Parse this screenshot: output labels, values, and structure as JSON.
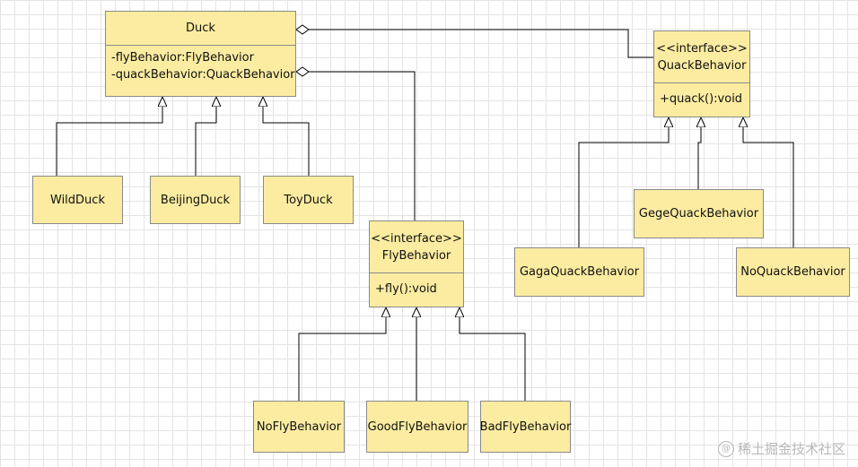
{
  "duck": {
    "name": "Duck",
    "attributes": [
      "-flyBehavior:FlyBehavior",
      "-quackBehavior:QuackBehavior"
    ]
  },
  "subclasses": [
    "WildDuck",
    "BeijingDuck",
    "ToyDuck"
  ],
  "fly_interface": {
    "stereotype": "<<interface>>",
    "name": "FlyBehavior",
    "methods": [
      "+fly():void"
    ]
  },
  "fly_impls": [
    "NoFlyBehavior",
    "GoodFlyBehavior",
    "BadFlyBehavior"
  ],
  "quack_interface": {
    "stereotype": "<<interface>>",
    "name": "QuackBehavior",
    "methods": [
      "+quack():void"
    ]
  },
  "quack_impls": [
    "GagaQuackBehavior",
    "GegeQuackBehavior",
    "NoQuackBehavior"
  ],
  "watermark": {
    "icon": "at-icon",
    "text": "稀土掘金技术社区"
  },
  "colors": {
    "box_fill": "#fbeca1",
    "box_border": "#8a8a8a",
    "line": "#000000",
    "grid": "#e4e4e4"
  }
}
